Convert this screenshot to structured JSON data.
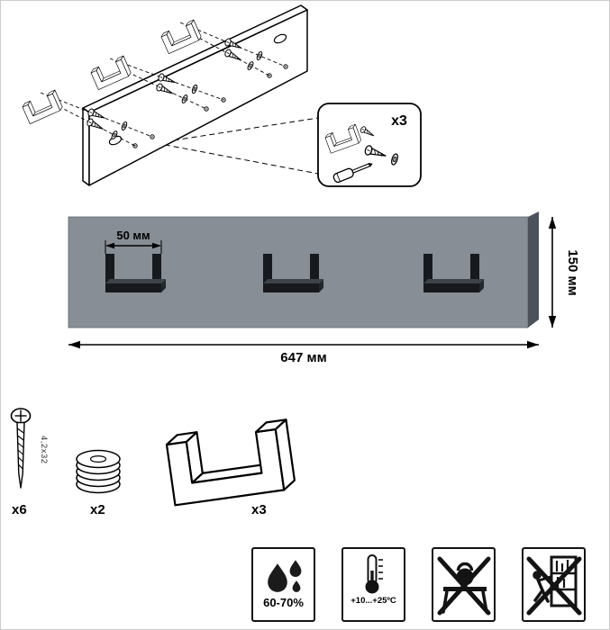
{
  "assembly": {
    "callout_count": "x3"
  },
  "product": {
    "hook_width_label": "50 мм",
    "board_width_label": "647 мм",
    "board_height_label": "150 мм"
  },
  "hardware": {
    "screw_size": "4,2x32",
    "screw_count": "x6",
    "washer_count": "x2",
    "hook_count": "x3"
  },
  "care": {
    "humidity": "60-70%",
    "temperature": "+10...+25ºC"
  },
  "icons": {
    "tool": "screwdriver-icon",
    "humidity": "water-drops-icon",
    "temperature": "thermometer-icon",
    "load_warning": "no-heavy-load-icon",
    "climb_warning": "no-climbing-icon"
  },
  "colors": {
    "board_face": "#878E95",
    "board_edge": "#4B525A",
    "hook_black": "#17191C",
    "hook_bar_top": "#3C434A",
    "outline": "#000000"
  }
}
